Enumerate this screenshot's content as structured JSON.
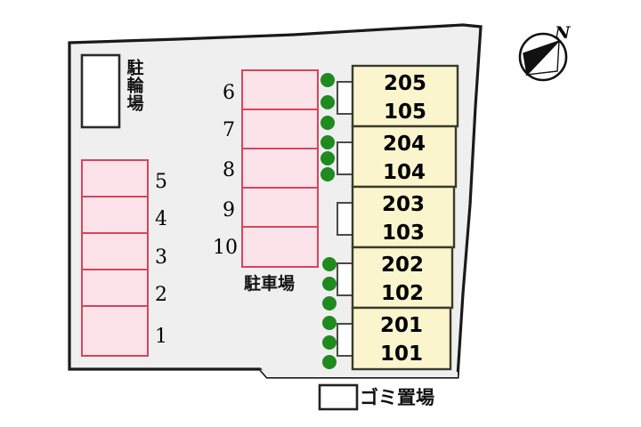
{
  "site": {
    "background_color": "#ffffff",
    "lot_fill": "#efefef",
    "lot_stroke": "#1a1a1a",
    "parking_fill": "#fce3e9",
    "parking_stroke": "#d6455c",
    "building_fill": "#fbf5cd",
    "building_stroke": "#3a3a2c",
    "porch_fill": "#ffffff",
    "porch_stroke": "#4a4a4a",
    "shrub_color": "#1f8a1f"
  },
  "labels": {
    "bicycle_parking": "駐輪場",
    "car_parking": "駐車場",
    "garbage_area": "ゴミ置場",
    "compass_north": "N"
  },
  "parking_left": {
    "label": "駐車場",
    "stalls": [
      {
        "number": "5"
      },
      {
        "number": "4"
      },
      {
        "number": "3"
      },
      {
        "number": "2"
      },
      {
        "number": "1"
      }
    ]
  },
  "parking_middle": {
    "label": "駐車場",
    "stalls": [
      {
        "number": "6"
      },
      {
        "number": "7"
      },
      {
        "number": "8"
      },
      {
        "number": "9"
      },
      {
        "number": "10"
      }
    ]
  },
  "building": {
    "units": [
      {
        "upper": "205",
        "lower": "105"
      },
      {
        "upper": "204",
        "lower": "104"
      },
      {
        "upper": "203",
        "lower": "103"
      },
      {
        "upper": "202",
        "lower": "102"
      },
      {
        "upper": "201",
        "lower": "101"
      }
    ]
  },
  "legend": {
    "garbage_label": "ゴミ置場"
  }
}
